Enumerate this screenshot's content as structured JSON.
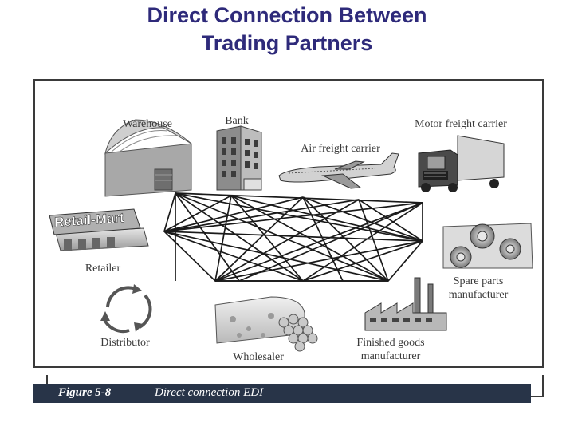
{
  "title": {
    "line1": "Direct Connection Between",
    "line2": "Trading Partners"
  },
  "nodes": {
    "warehouse": "Warehouse",
    "bank": "Bank",
    "air_freight": "Air freight carrier",
    "motor_freight": "Motor freight carrier",
    "retailer": "Retailer",
    "retail_sign": "Retail-Mart",
    "spare_parts_line1": "Spare parts",
    "spare_parts_line2": "manufacturer",
    "distributor": "Distributor",
    "wholesaler": "Wholesaler",
    "finished_line1": "Finished goods",
    "finished_line2": "manufacturer"
  },
  "caption": {
    "figure_number": "Figure 5-8",
    "text": "Direct connection EDI"
  }
}
